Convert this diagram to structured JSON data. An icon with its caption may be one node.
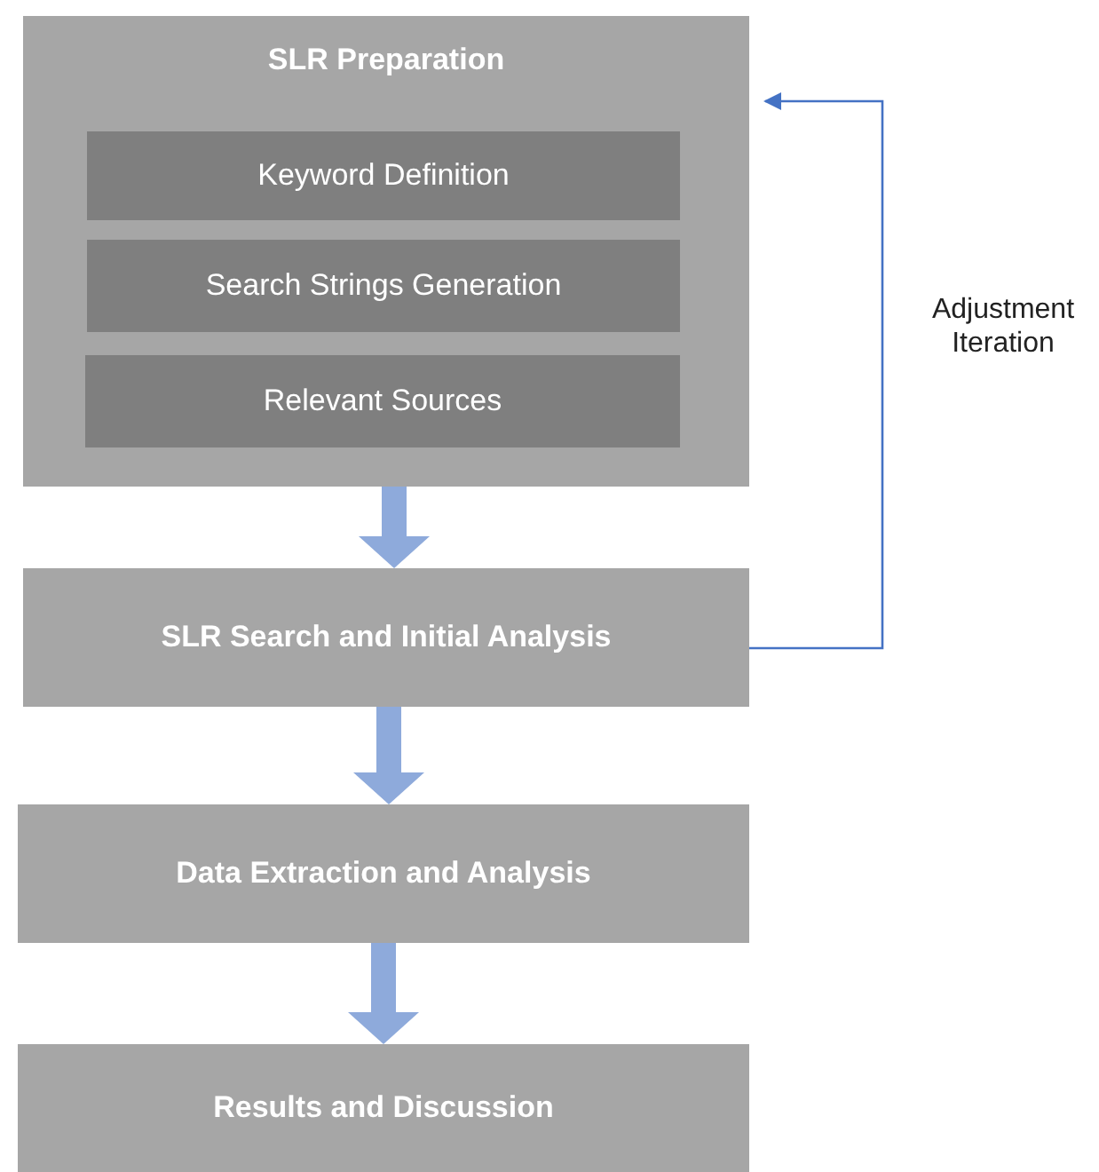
{
  "diagram": {
    "nodes": [
      {
        "text": [
          "SLR Preparation"
        ]
      },
      {
        "text": [
          "Keyword Definition"
        ],
        "in": 0
      },
      {
        "text": [
          "Search Strings Generation"
        ],
        "in": 0
      },
      {
        "text": [
          "Relevant Sources"
        ],
        "in": 0
      },
      {
        "text": [
          "SLR Search and Initial Analysis"
        ]
      },
      {
        "text": [
          "Data Extraction and Analysis"
        ]
      },
      {
        "text": [
          "Results and Discussion"
        ]
      }
    ],
    "edges": [
      {
        "from": 0,
        "to": 4,
        "arrow": "to"
      },
      {
        "from": 4,
        "to": 5,
        "arrow": "to"
      },
      {
        "from": 5,
        "to": 6,
        "arrow": "to"
      },
      {
        "from": 4,
        "to": 0,
        "arrow": "to",
        "label": "Adjustment Iteration",
        "color": "#4472c4"
      }
    ]
  }
}
